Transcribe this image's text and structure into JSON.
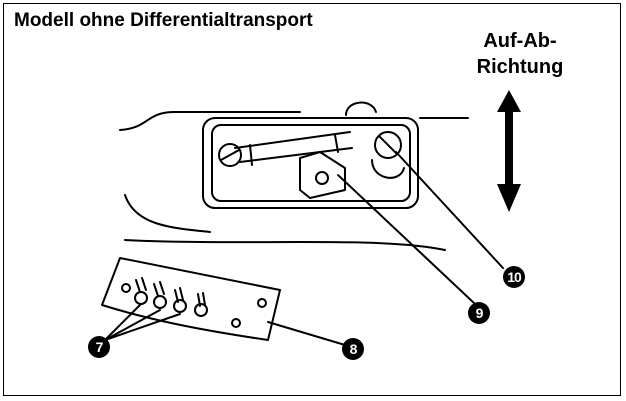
{
  "title": "Modell ohne Differentialtransport",
  "direction_label": {
    "line1": "Auf-Ab-",
    "line2": "Richtung"
  },
  "callouts": {
    "c7": "7",
    "c8": "8",
    "c9": "9",
    "c10": "10"
  },
  "colors": {
    "ink": "#000000",
    "background": "#ffffff"
  }
}
